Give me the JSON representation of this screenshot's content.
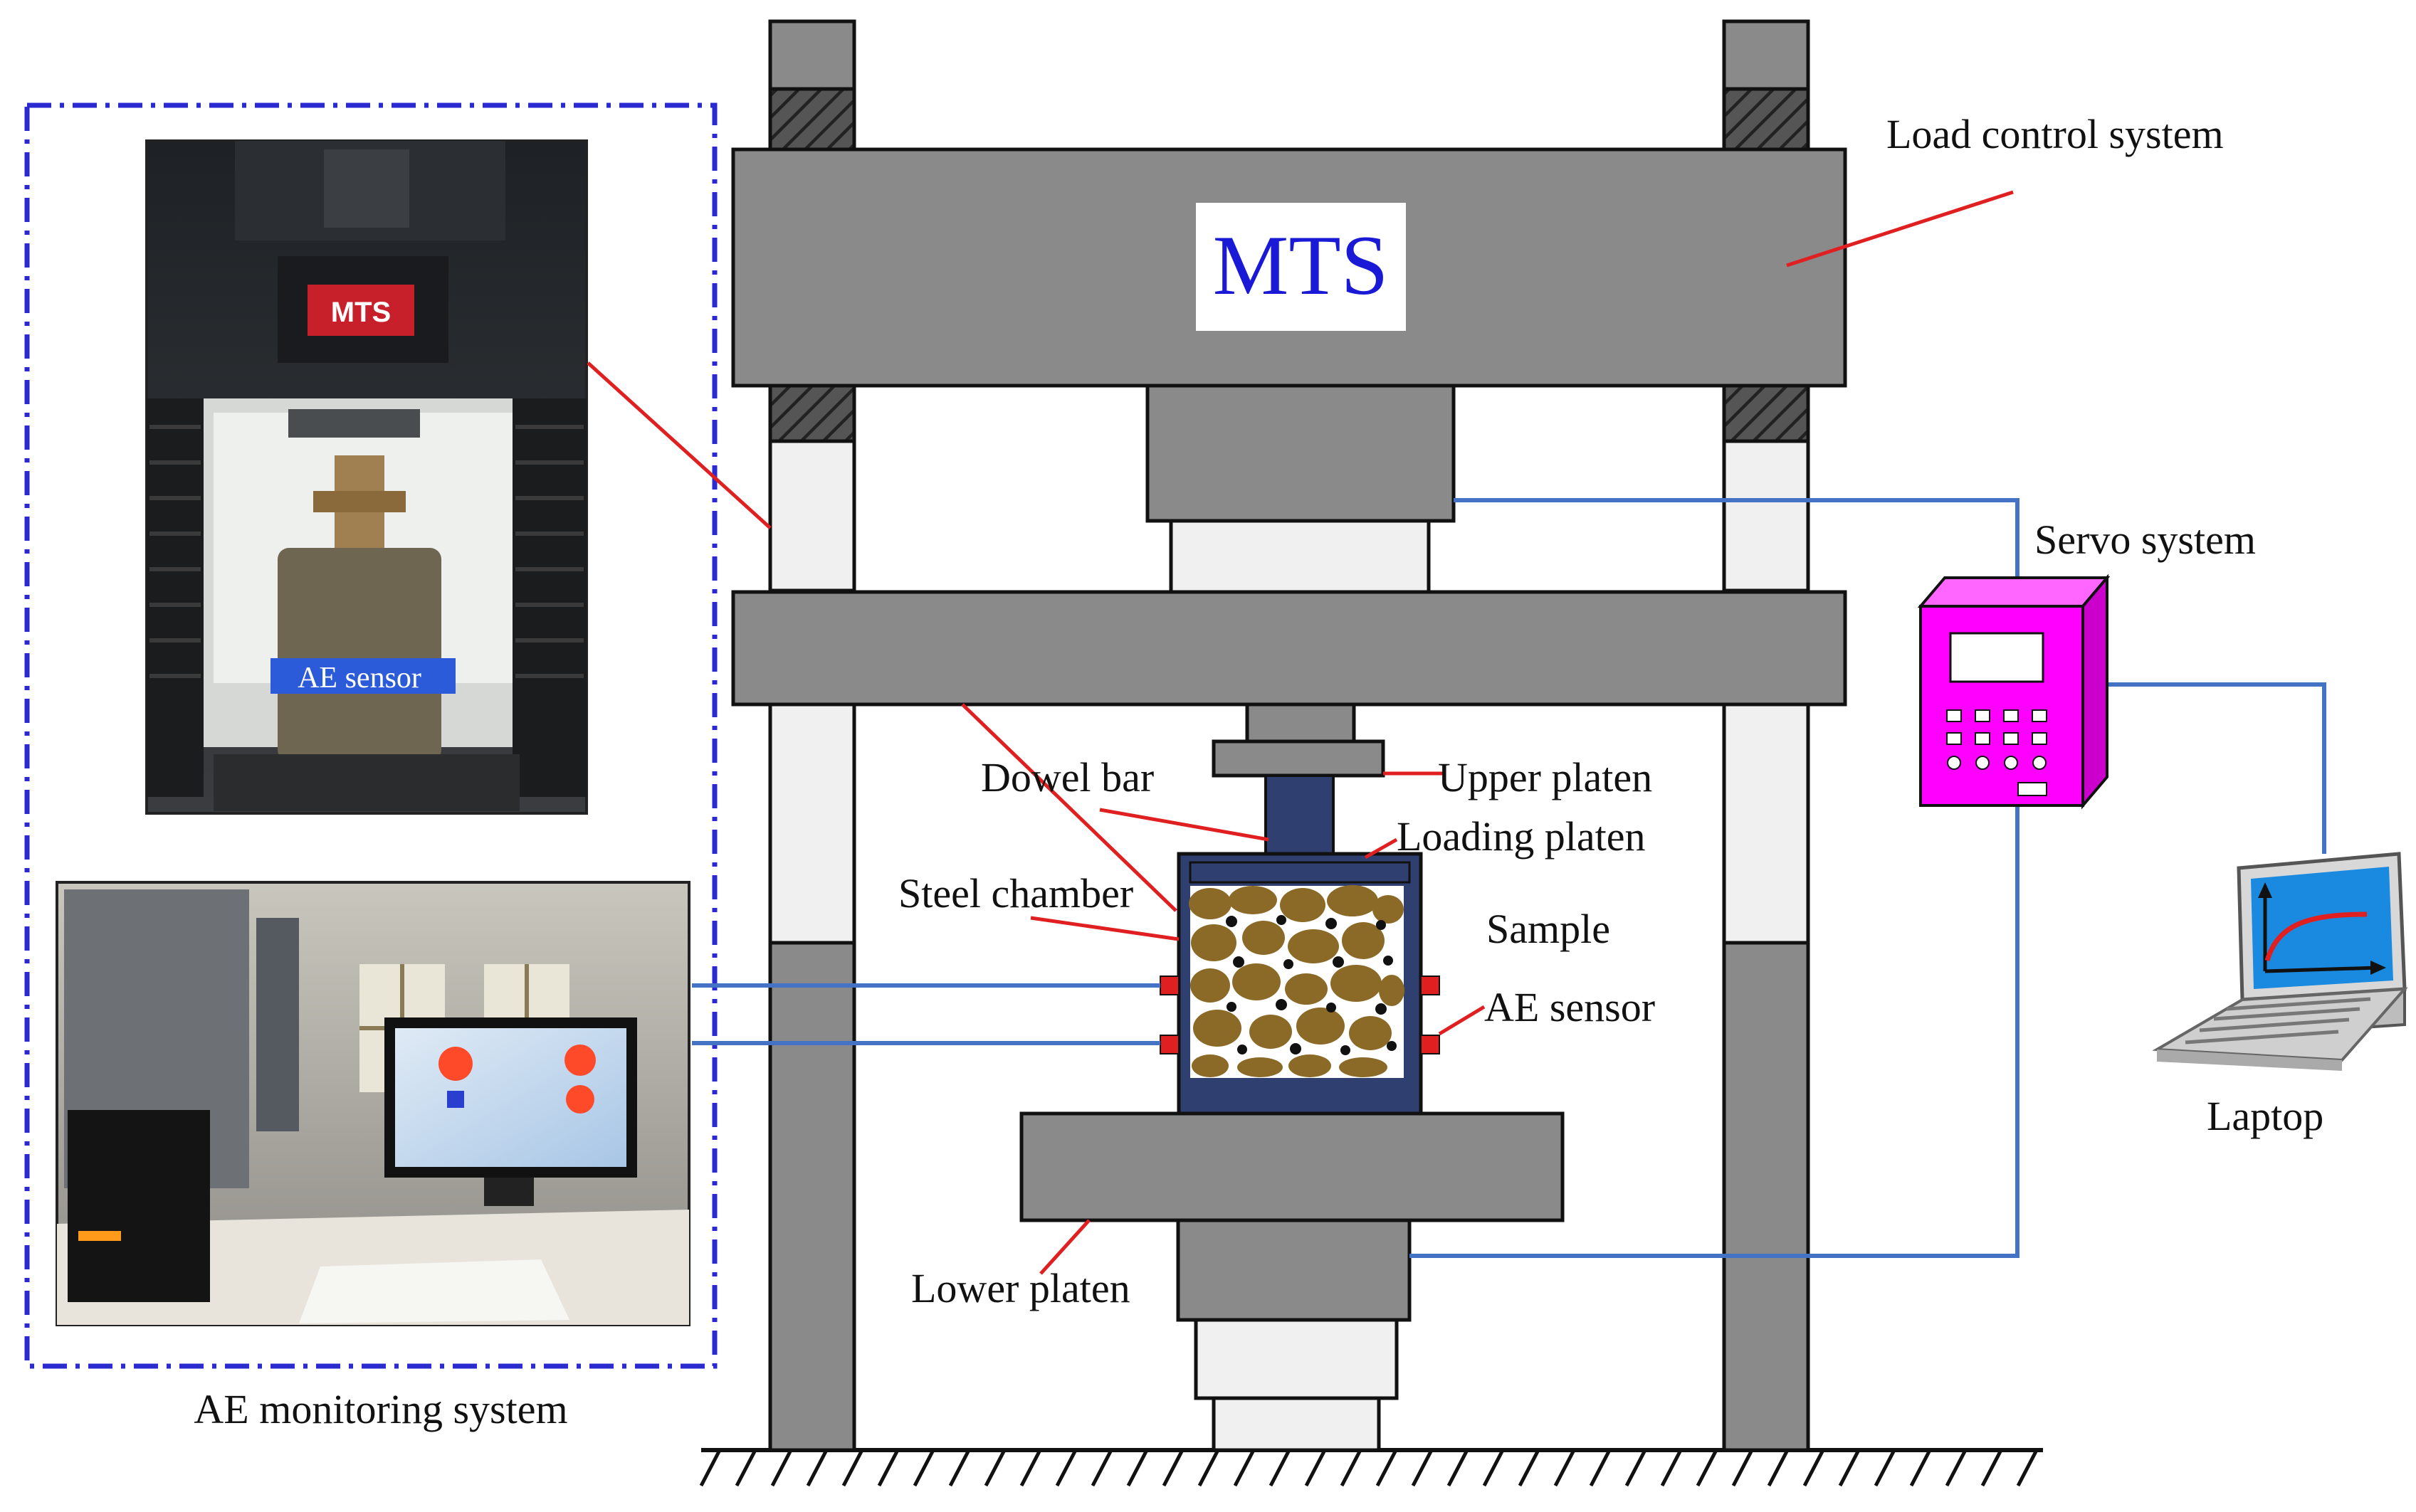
{
  "labels": {
    "load_control_system": "Load control  system",
    "servo_system": "Servo system",
    "laptop": "Laptop",
    "ae_monitoring_system": "AE monitoring system",
    "upper_platen": "Upper platen",
    "loading_platen": "Loading platen",
    "dowel_bar": "Dowel bar",
    "steel_chamber": "Steel chamber",
    "sample": "Sample",
    "ae_sensor": "AE sensor",
    "lower_platen": "Lower platen",
    "brand_plate": "MTS",
    "photo_ae_sensor": "AE sensor",
    "photo_logo": "MTS"
  },
  "colors": {
    "frame_gray": "#8a8a8a",
    "column_white": "#f0f0f0",
    "wire_blue": "#4472c4",
    "leader_red": "#e02020",
    "servo_magenta": "#ff00ff",
    "chamber_navy": "#2f3f6f",
    "aggregate_brown": "#8b6a28",
    "dashed_border": "#2a2ad0",
    "brand_text": "#1a1ad6"
  },
  "icons": [
    "hatch-pattern",
    "servo-controller-icon",
    "laptop-icon",
    "curve-plot-icon",
    "ground-hatch"
  ]
}
